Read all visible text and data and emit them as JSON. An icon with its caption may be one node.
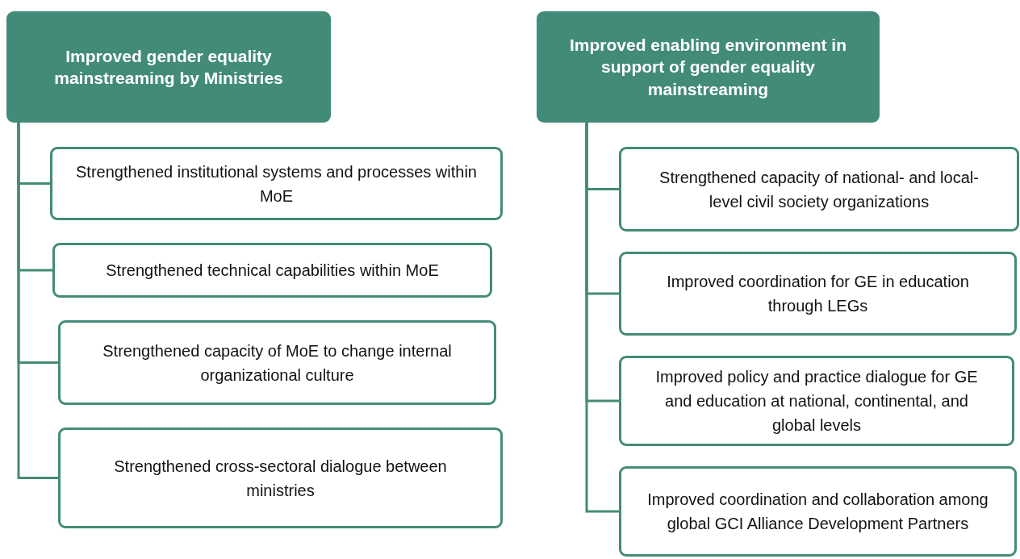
{
  "diagram": {
    "nodes": [
      {
        "text": [
          "Improved gender equality mainstreaming by Ministries"
        ]
      },
      {
        "text": [
          "Strengthened institutional systems and processes within MoE"
        ]
      },
      {
        "text": [
          "Strengthened technical capabilities within MoE"
        ]
      },
      {
        "text": [
          "Strengthened capacity of MoE to change internal organizational culture"
        ]
      },
      {
        "text": [
          "Strengthened cross-sectoral dialogue between ministries"
        ]
      },
      {
        "text": [
          "Improved enabling environment in support of gender equality mainstreaming"
        ]
      },
      {
        "text": [
          "Strengthened capacity of national- and local-level civil society organizations"
        ]
      },
      {
        "text": [
          "Improved coordination for GE in education through LEGs"
        ]
      },
      {
        "text": [
          "Improved policy and practice dialogue for GE and education at national, continental, and global levels"
        ]
      },
      {
        "text": [
          "Improved coordination and collaboration among global GCI Alliance Development Partners"
        ]
      }
    ],
    "edges": [
      {
        "from": 0,
        "to": 1,
        "arrow": "none"
      },
      {
        "from": 0,
        "to": 2,
        "arrow": "none"
      },
      {
        "from": 0,
        "to": 3,
        "arrow": "none"
      },
      {
        "from": 0,
        "to": 4,
        "arrow": "none"
      },
      {
        "from": 5,
        "to": 6,
        "arrow": "none"
      },
      {
        "from": 5,
        "to": 7,
        "arrow": "none"
      },
      {
        "from": 5,
        "to": 8,
        "arrow": "none"
      },
      {
        "from": 5,
        "to": 9,
        "arrow": "none"
      }
    ]
  }
}
